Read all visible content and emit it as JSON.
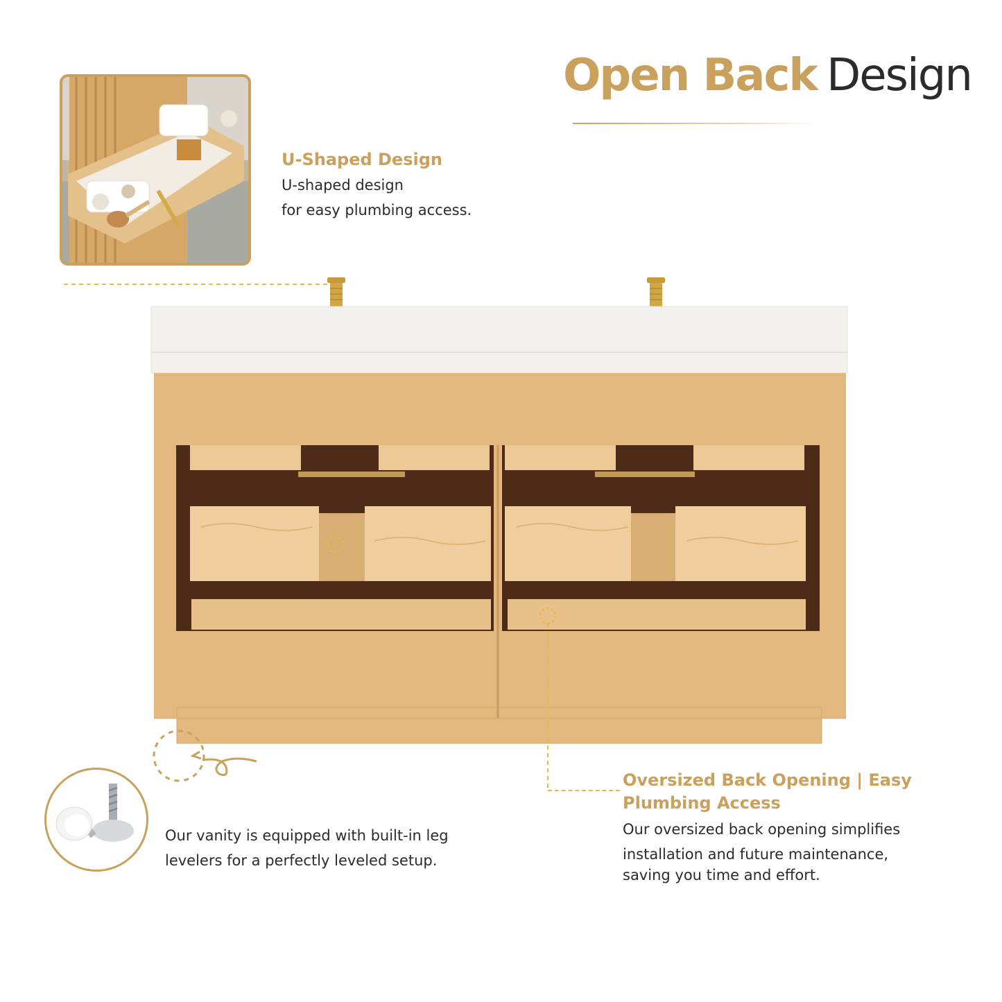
{
  "header": {
    "title_bold": "Open Back",
    "title_light": "Design"
  },
  "features": {
    "u_shaped": {
      "title": "U-Shaped Design",
      "lines": [
        "U-shaped design",
        "for easy plumbing access."
      ]
    },
    "oversized": {
      "title_lines": [
        "Oversized Back Opening | Easy",
        "Plumbing Access"
      ],
      "lines": [
        "Our oversized back opening simplifies",
        "installation and future maintenance,",
        "saving you time and effort."
      ]
    },
    "leg_levelers": {
      "lines": [
        "Our vanity is equipped with built-in leg",
        "levelers for a perfectly leveled setup."
      ]
    }
  },
  "colors": {
    "accent_gold": "#c9a05c",
    "wood": "#e2b87e",
    "wood_dark": "#cf9f64",
    "countertop": "#f3f1ee",
    "text": "#2b2b2b"
  },
  "icons": {
    "inset_photo": "open-drawer-photo",
    "leveler_photo": "leg-leveler-photo",
    "callout_marker": "dashed-circle-icon",
    "faucet": "brass-faucet-icon"
  }
}
